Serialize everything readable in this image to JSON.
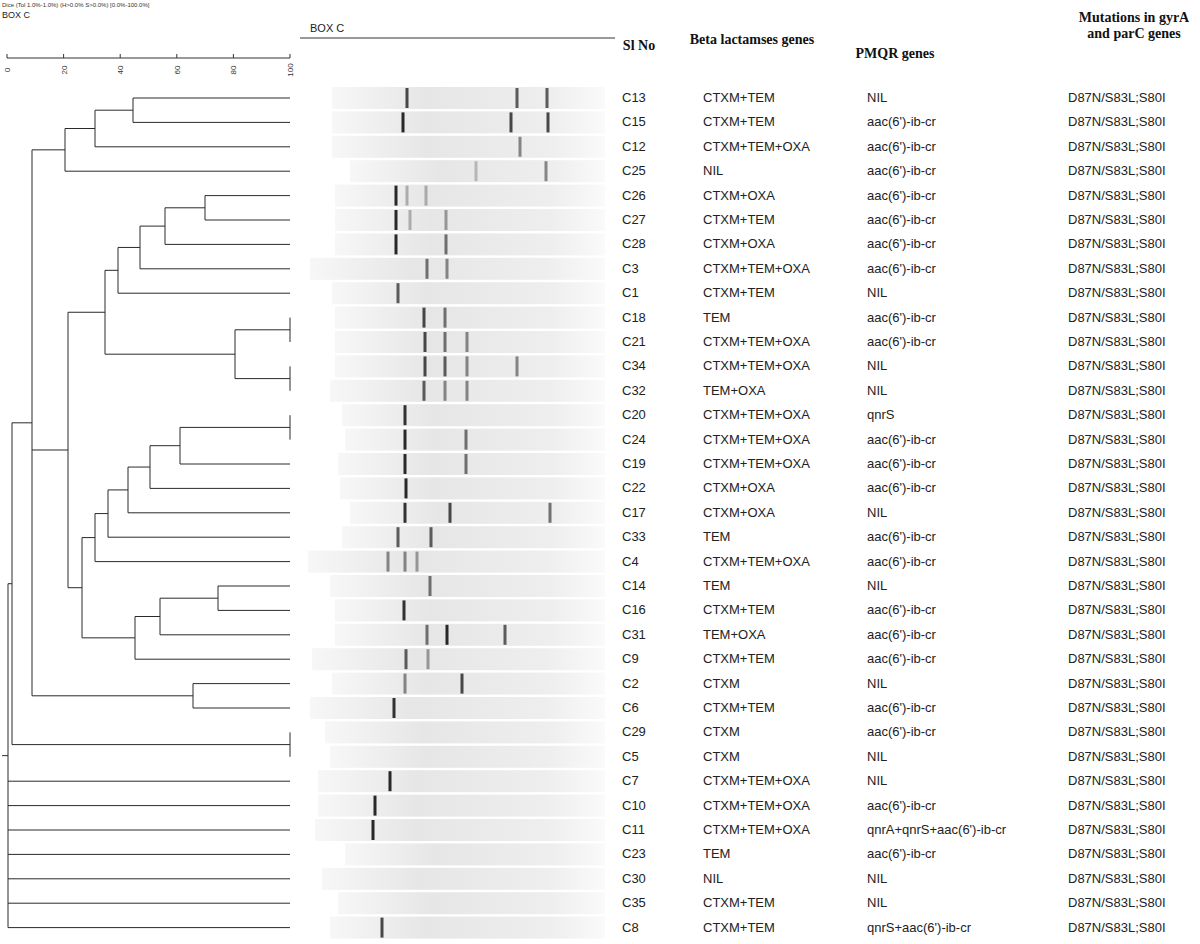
{
  "diagram": {
    "labels": [
      "Dice (Tol 1.0%-1.0%) (H>0.0% S>0.0%) [0.0%-100.0%]",
      "BOX C",
      "BOX C",
      "0",
      "20",
      "40",
      "60",
      "80",
      "100",
      "Sl No",
      "Beta lactamses genes",
      "PMQR genes",
      "Mutations in gyrA and parC genes",
      "C13",
      "CTXM+TEM",
      "NIL",
      "D87N/S83L;S80I",
      "C15",
      "CTXM+TEM",
      "aac(6')-ib-cr",
      "D87N/S83L;S80I",
      "C12",
      "CTXM+TEM+OXA",
      "aac(6')-ib-cr",
      "D87N/S83L;S80I",
      "C25",
      "NIL",
      "aac(6')-ib-cr",
      "D87N/S83L;S80I",
      "C26",
      "CTXM+OXA",
      "aac(6')-ib-cr",
      "D87N/S83L;S80I",
      "C27",
      "CTXM+TEM",
      "aac(6')-ib-cr",
      "D87N/S83L;S80I",
      "C28",
      "CTXM+OXA",
      "aac(6')-ib-cr",
      "D87N/S83L;S80I",
      "C3",
      "CTXM+TEM+OXA",
      "aac(6')-ib-cr",
      "D87N/S83L;S80I",
      "C1",
      "CTXM+TEM",
      "NIL",
      "D87N/S83L;S80I",
      "C18",
      "TEM",
      "aac(6')-ib-cr",
      "D87N/S83L;S80I",
      "C21",
      "CTXM+TEM+OXA",
      "aac(6')-ib-cr",
      "D87N/S83L;S80I",
      "C34",
      "CTXM+TEM+OXA",
      "NIL",
      "D87N/S83L;S80I",
      "C32",
      "TEM+OXA",
      "NIL",
      "D87N/S83L;S80I",
      "C20",
      "CTXM+TEM+OXA",
      "qnrS",
      "D87N/S83L;S80I",
      "C24",
      "CTXM+TEM+OXA",
      "aac(6')-ib-cr",
      "D87N/S83L;S80I",
      "C19",
      "CTXM+TEM+OXA",
      "aac(6')-ib-cr",
      "D87N/S83L;S80I",
      "C22",
      "CTXM+OXA",
      "aac(6')-ib-cr",
      "D87N/S83L;S80I",
      "C17",
      "CTXM+OXA",
      "NIL",
      "D87N/S83L;S80I",
      "C33",
      "TEM",
      "aac(6')-ib-cr",
      "D87N/S83L;S80I",
      "C4",
      "CTXM+TEM+OXA",
      "aac(6')-ib-cr",
      "D87N/S83L;S80I",
      "C14",
      "TEM",
      "NIL",
      "D87N/S83L;S80I",
      "C16",
      "CTXM+TEM",
      "aac(6')-ib-cr",
      "D87N/S83L;S80I",
      "C31",
      "TEM+OXA",
      "aac(6')-ib-cr",
      "D87N/S83L;S80I",
      "C9",
      "CTXM+TEM",
      "aac(6')-ib-cr",
      "D87N/S83L;S80I",
      "C2",
      "CTXM",
      "NIL",
      "D87N/S83L;S80I",
      "C6",
      "CTXM+TEM",
      "aac(6')-ib-cr",
      "D87N/S83L;S80I",
      "C29",
      "CTXM",
      "aac(6')-ib-cr",
      "D87N/S83L;S80I",
      "C5",
      "CTXM",
      "NIL",
      "D87N/S83L;S80I",
      "C7",
      "CTXM+TEM+OXA",
      "NIL",
      "D87N/S83L;S80I",
      "C10",
      "CTXM+TEM+OXA",
      "aac(6')-ib-cr",
      "D87N/S83L;S80I",
      "C11",
      "CTXM+TEM+OXA",
      "qnrA+qnrS+aac(6')-ib-cr",
      "D87N/S83L;S80I",
      "C23",
      "TEM",
      "aac(6')-ib-cr",
      "D87N/S83L;S80I",
      "C30",
      "NIL",
      "NIL",
      "D87N/S83L;S80I",
      "C35",
      "CTXM+TEM",
      "NIL",
      "D87N/S83L;S80I",
      "C8",
      "CTXM+TEM",
      "qnrS+aac(6')-ib-cr",
      "D87N/S83L;S80I"
    ]
  }
}
